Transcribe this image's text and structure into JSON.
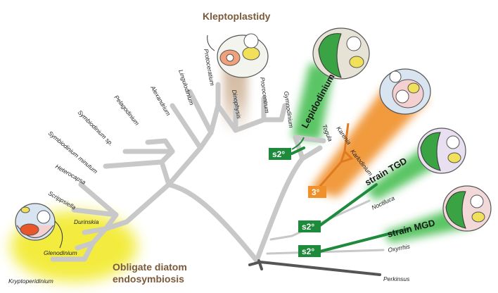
{
  "headings": {
    "kleptoplastidy": "Kleptoplastidy",
    "obligate_line1": "Obligate diatom",
    "obligate_line2": "endosymbiosis"
  },
  "taxa": {
    "kryptoperidinium": "Kryptoperidinium",
    "glenodinium": "Glenodinium",
    "durinskia": "Durinskia",
    "scrippsiella": "Scrippsiella",
    "heterocapsa": "Heterocapsa",
    "symbiodinium_minutum": "Symbiodinium minutum",
    "symbiodinium_sp": "Symbiodinium sp.",
    "pelagodinium": "Pelagodinium",
    "alexandrium": "Alexandrium",
    "lingulodinium": "Lingulodinium",
    "protoceratium": "Protoceratium",
    "dinophysis": "Dinophysis",
    "prorocentrum": "Prorocentrum",
    "gymnodinium": "Gymnodinium",
    "togula": "Togula",
    "karenia": "Karenia",
    "karlodinium": "Karlodinium",
    "noctiluca": "Noctiluca",
    "oxyrrhis": "Oxyrrhis",
    "perkinsus": "Perkinsus"
  },
  "labels": {
    "lepidodinium": "Lepidodinium",
    "strain_tgd": "strain TGD",
    "strain_mgd": "strain MGD",
    "s2_a": "s2°",
    "s2_b": "s2°",
    "s2_c": "s2°",
    "tertiary": "3°"
  },
  "colors": {
    "branch": "#c8c8c8",
    "green": "#1e8a3c",
    "orange": "#f0902a",
    "yellow": "#f2ea2a",
    "brown": "#8b5a2b"
  }
}
